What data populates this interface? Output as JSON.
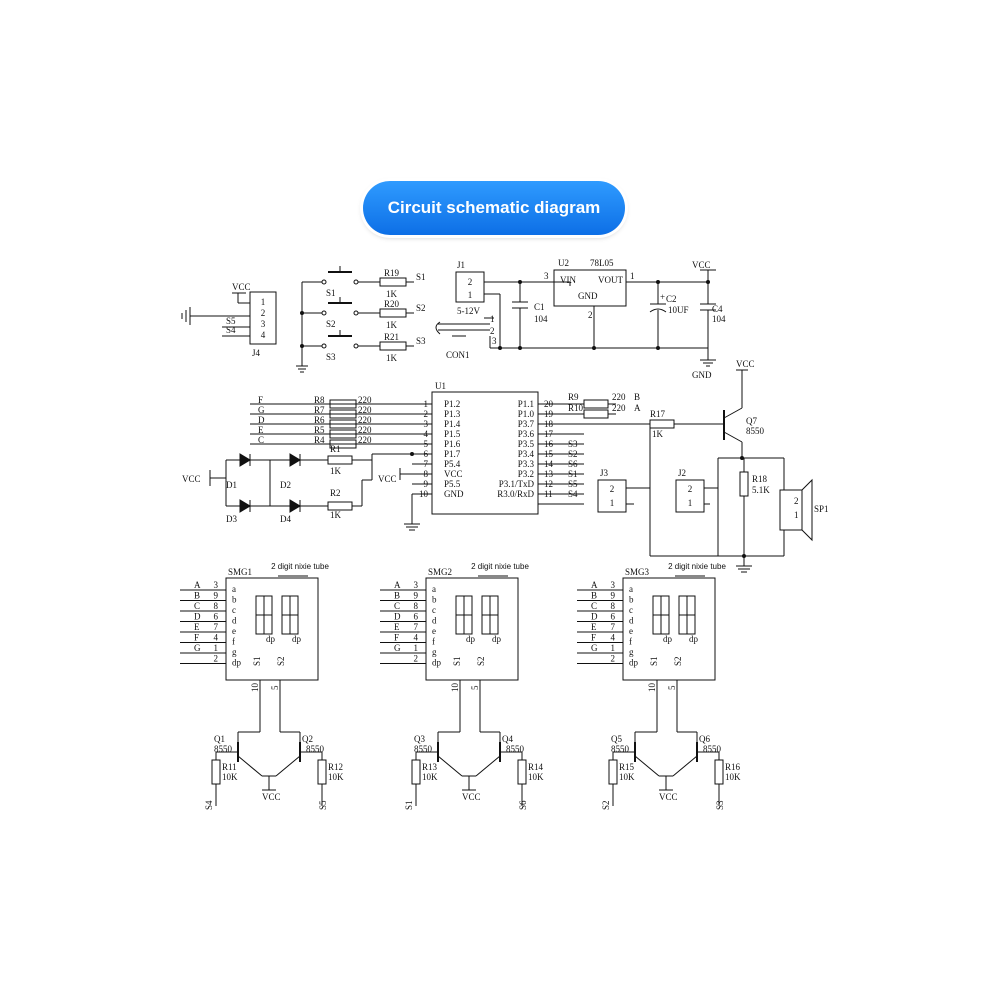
{
  "title": "Circuit schematic diagram",
  "labels": {
    "vcc": "VCC",
    "gnd": "GND",
    "j4": "J4",
    "j4_pins": [
      "1",
      "2",
      "3",
      "4"
    ],
    "s5": "S5",
    "s4": "S4",
    "s1": "S1",
    "s2": "S2",
    "s3": "S3",
    "r19": "R19",
    "r20": "R20",
    "r21": "R21",
    "one_k": "1K",
    "j1": "J1",
    "j1_pins": [
      "2",
      "1"
    ],
    "v512": "5-12V",
    "con1": "CON1",
    "con_pins": [
      "1",
      "2",
      "3"
    ],
    "c1": "C1",
    "c1_val": "104",
    "u2": "U2",
    "u2_part": "78L05",
    "vin": "VIN",
    "vout": "VOUT",
    "u2_gnd": "GND",
    "u2_p3": "3",
    "u2_p1": "1",
    "u2_p2": "2",
    "c2": "C2",
    "c2_val": "10UF",
    "c4": "C4",
    "c4_val": "104",
    "plus": "+",
    "u1": "U1",
    "left_res": [
      {
        "sig": "F",
        "name": "R8",
        "val": "220"
      },
      {
        "sig": "G",
        "name": "R7",
        "val": "220"
      },
      {
        "sig": "D",
        "name": "R6",
        "val": "220"
      },
      {
        "sig": "E",
        "name": "R5",
        "val": "220"
      },
      {
        "sig": "C",
        "name": "R4",
        "val": "220"
      }
    ],
    "left_pins": [
      {
        "n": "1",
        "p": "P1.2"
      },
      {
        "n": "2",
        "p": "P1.3"
      },
      {
        "n": "3",
        "p": "P1.4"
      },
      {
        "n": "4",
        "p": "P1.5"
      },
      {
        "n": "5",
        "p": "P1.6"
      },
      {
        "n": "6",
        "p": "P1.7"
      },
      {
        "n": "7",
        "p": "P5.4"
      },
      {
        "n": "8",
        "p": "VCC"
      },
      {
        "n": "9",
        "p": "P5.5"
      },
      {
        "n": "10",
        "p": "GND"
      }
    ],
    "right_pins": [
      {
        "n": "20",
        "p": "P1.1"
      },
      {
        "n": "19",
        "p": "P1.0"
      },
      {
        "n": "18",
        "p": "P3.7"
      },
      {
        "n": "17",
        "p": "P3.6"
      },
      {
        "n": "16",
        "p": "P3.5",
        "s": "S3"
      },
      {
        "n": "15",
        "p": "P3.4",
        "s": "S2"
      },
      {
        "n": "14",
        "p": "P3.3",
        "s": "S6"
      },
      {
        "n": "13",
        "p": "P3.2",
        "s": "S1"
      },
      {
        "n": "12",
        "p": "P3.1/TxD",
        "s": "S5"
      },
      {
        "n": "11",
        "p": "R3.0/RxD",
        "s": "S4"
      }
    ],
    "r9": "R9",
    "r10": "R10",
    "r_220": "220",
    "b": "B",
    "a": "A",
    "r17": "R17",
    "q7": "Q7",
    "q7_part": "8550",
    "r1": "R1",
    "r2": "R2",
    "d1": "D1",
    "d2": "D2",
    "d3": "D3",
    "d4": "D4",
    "j3": "J3",
    "j2": "J2",
    "j_pins": [
      "2",
      "1"
    ],
    "r18": "R18",
    "r18_val": "5.1K",
    "sp1": "SP1",
    "sp_pins": [
      "2",
      "1"
    ],
    "tube_note": "2 digit nixie tube",
    "seg_rows": [
      {
        "sig": "A",
        "n": "3",
        "s": "a"
      },
      {
        "sig": "B",
        "n": "9",
        "s": "b"
      },
      {
        "sig": "C",
        "n": "8",
        "s": "c"
      },
      {
        "sig": "D",
        "n": "6",
        "s": "d"
      },
      {
        "sig": "E",
        "n": "7",
        "s": "e"
      },
      {
        "sig": "F",
        "n": "4",
        "s": "f"
      },
      {
        "sig": "G",
        "n": "1",
        "s": "g"
      },
      {
        "sig": "",
        "n": "2",
        "s": "dp"
      }
    ],
    "digit_labels": [
      "S1",
      "S2"
    ],
    "dp": "dp",
    "pin10": "10",
    "pin5": "5",
    "part8550": "8550",
    "val10k": "10K",
    "smg": [
      {
        "name": "SMG1",
        "ql": "Q1",
        "qr": "Q2",
        "rl": "R11",
        "rr": "R12",
        "sl": "S4",
        "sr": "S5"
      },
      {
        "name": "SMG2",
        "ql": "Q3",
        "qr": "Q4",
        "rl": "R13",
        "rr": "R14",
        "sl": "S1",
        "sr": "S6"
      },
      {
        "name": "SMG3",
        "ql": "Q5",
        "qr": "Q6",
        "rl": "R15",
        "rr": "R16",
        "sl": "S2",
        "sr": "S3"
      }
    ]
  }
}
